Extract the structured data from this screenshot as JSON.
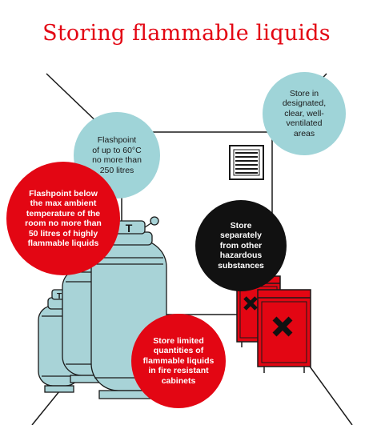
{
  "title": "Storing flammable liquids",
  "bubbles": {
    "flashpoint_60": "Flashpoint\nof up to 60°C\nno more than\n250 litres",
    "designated_areas": "Store in\ndesignated,\nclear, well-\nventilated\nareas",
    "flashpoint_below": "Flashpoint below\nthe max ambient\ntemperature of the\nroom no more than\n50 litres of highly\nflammable liquids",
    "store_separately": "Store\nseparately\nfrom other\nhazardous\nsubstances",
    "fire_cabinets": "Store limited\nquantities of\nflammable liquids\nin fire resistant\ncabinets"
  },
  "colors": {
    "brand_red": "#e30613",
    "teal": "#9fd4d8",
    "black": "#111111",
    "cylinder": "#a8d3d7"
  },
  "icons": [
    "gas-cylinder-icon",
    "fire-cabinet-icon",
    "air-vent-icon",
    "x-hazard-icon"
  ]
}
